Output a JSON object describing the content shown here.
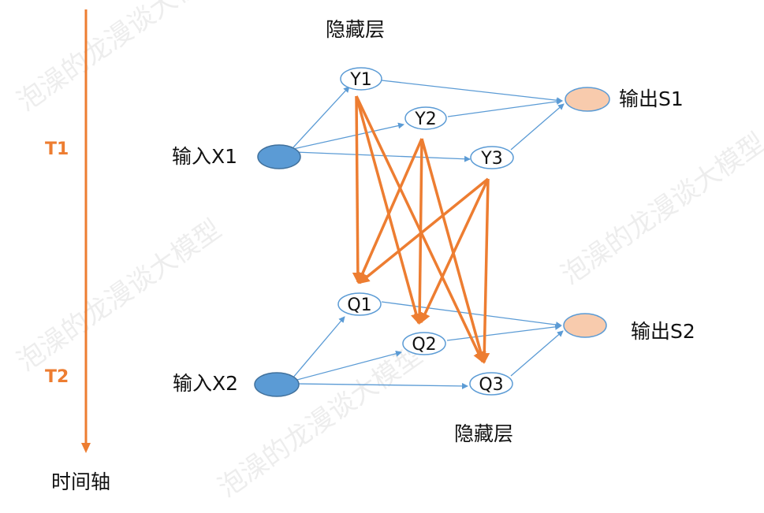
{
  "time_axis": {
    "t1": "T1",
    "t2": "T2",
    "label": "时间轴",
    "color": "#ED7D31"
  },
  "hidden_top_label": "隐藏层",
  "hidden_bottom_label": "隐藏层",
  "inputs": [
    {
      "id": "x1",
      "label": "输入X1",
      "color": "#5B9BD5"
    },
    {
      "id": "x2",
      "label": "输入X2",
      "color": "#5B9BD5"
    }
  ],
  "outputs": [
    {
      "id": "s1",
      "label": "输出S1",
      "color": "#F8CBAD"
    },
    {
      "id": "s2",
      "label": "输出S2",
      "color": "#F8CBAD"
    }
  ],
  "hidden_t1": [
    "Y1",
    "Y2",
    "Y3"
  ],
  "hidden_t2": [
    "Q1",
    "Q2",
    "Q3"
  ],
  "colors": {
    "thin_edge": "#5B9BD5",
    "recurrent_edge": "#ED7D31",
    "node_outline": "#5B9BD5"
  },
  "watermark": "泡澡的龙漫谈大模型"
}
